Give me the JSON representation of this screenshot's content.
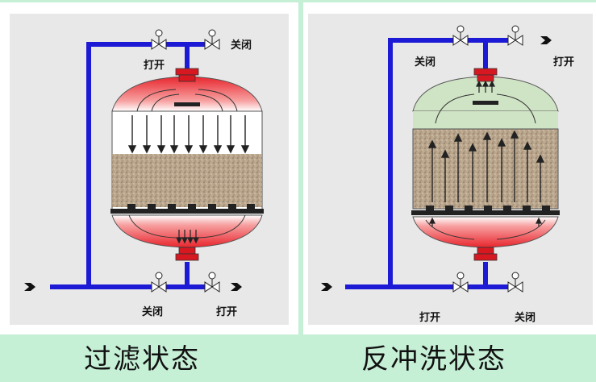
{
  "filtration": {
    "caption": "过滤状态",
    "top_right_valve_label": "关闭",
    "top_left_valve_label": "打开",
    "bottom_left_valve_label": "关闭",
    "bottom_right_valve_label": "打开"
  },
  "backwash": {
    "caption": "反冲洗状态",
    "top_left_valve_label": "关闭",
    "top_right_valve_label": "打开",
    "bottom_left_valve_label": "打开",
    "bottom_right_valve_label": "关闭"
  },
  "colors": {
    "pipe": "#1d1ad6",
    "flange": "#d81820",
    "vessel_red": "#e8262e",
    "media": "#b9a58c",
    "backwash_water": "#cfe3c5"
  }
}
